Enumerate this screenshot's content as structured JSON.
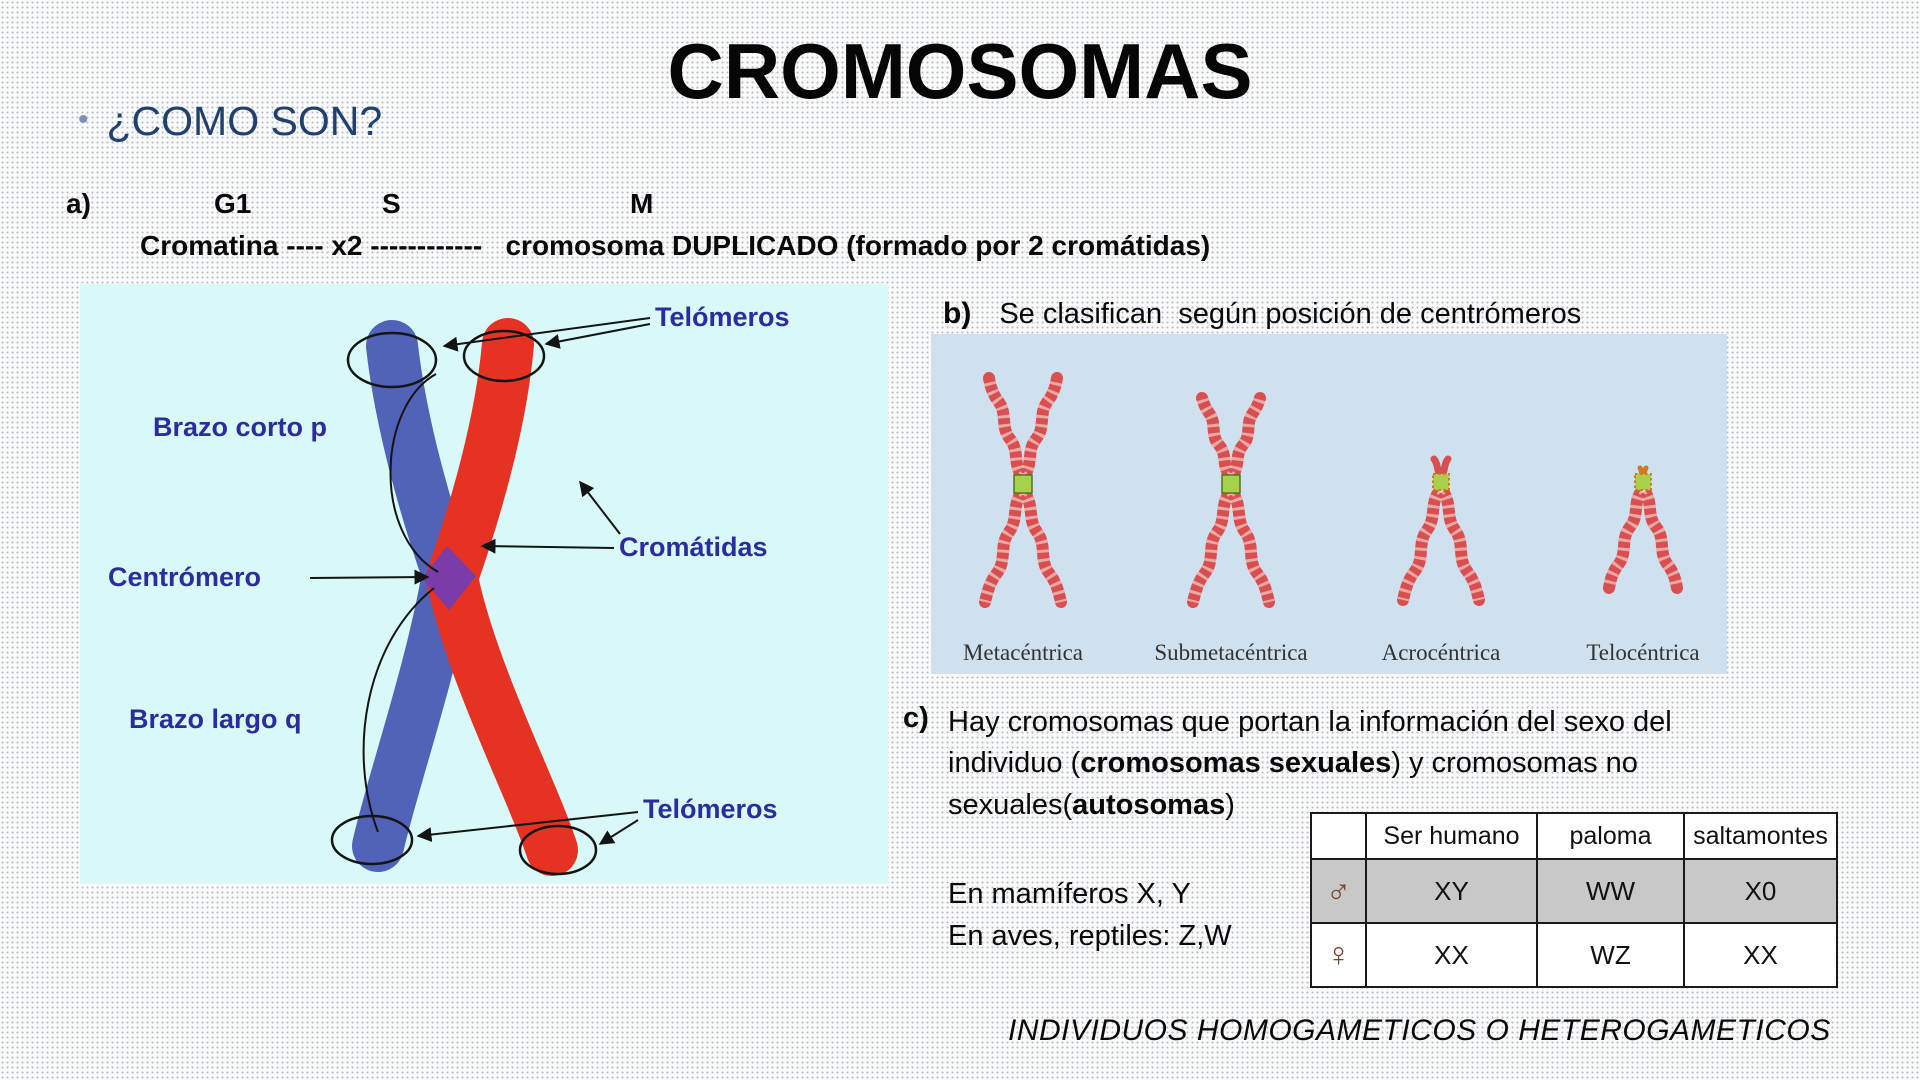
{
  "slide": {
    "title": "CROMOSOMAS",
    "bullet": "•",
    "question": "¿COMO SON?",
    "footer": "INDIVIDUOS HOMOGAMETICOS O HETEROGAMETICOS"
  },
  "section_a": {
    "label": "a)",
    "phase_g1": "G1",
    "phase_s": "S",
    "phase_m": "M",
    "process_line": "Cromatina ---- x2 ------------   cromosoma DUPLICADO (formado por 2 cromátidas)"
  },
  "chromosome_diagram": {
    "telomeros_top": "Telómeros",
    "brazo_corto": "Brazo corto p",
    "cromatidas": "Cromátidas",
    "centromero": "Centrómero",
    "brazo_largo": "Brazo largo q",
    "telomeros_bottom": "Telómeros",
    "colors": {
      "background": "#d9f8f8",
      "chromatid_blue": "#5163b8",
      "chromatid_red": "#e63222",
      "centromere_purple": "#7b3ba8",
      "label_blue": "#2c2c9c"
    }
  },
  "section_b": {
    "label": "b)",
    "heading": "Se clasifican  según posición de centrómeros",
    "types": [
      "Metacéntrica",
      "Submetacéntrica",
      "Acrocéntrica",
      "Telocéntrica"
    ],
    "colors": {
      "background": "#cfe0ef",
      "chromosome_red": "#d94f4f",
      "centromere_green": "#a8d04a"
    }
  },
  "section_c": {
    "label": "c)",
    "p1": "Hay cromosomas que portan la información del sexo del individuo (",
    "b1": "cromosomas sexuales",
    "p2": ") y  cromosomas no sexuales(",
    "b2": "autosomas",
    "p3": ")",
    "mammals": "En mamíferos X, Y",
    "birds": "En aves, reptiles: Z,W"
  },
  "sex_table": {
    "col_headers": [
      "Ser humano",
      "paloma",
      "saltamontes"
    ],
    "male_symbol": "♂",
    "female_symbol": "♀",
    "male_row": [
      "XY",
      "WW",
      "X0"
    ],
    "female_row": [
      "XX",
      "WZ",
      "XX"
    ],
    "male_row_bg": "#c8c8c8"
  }
}
